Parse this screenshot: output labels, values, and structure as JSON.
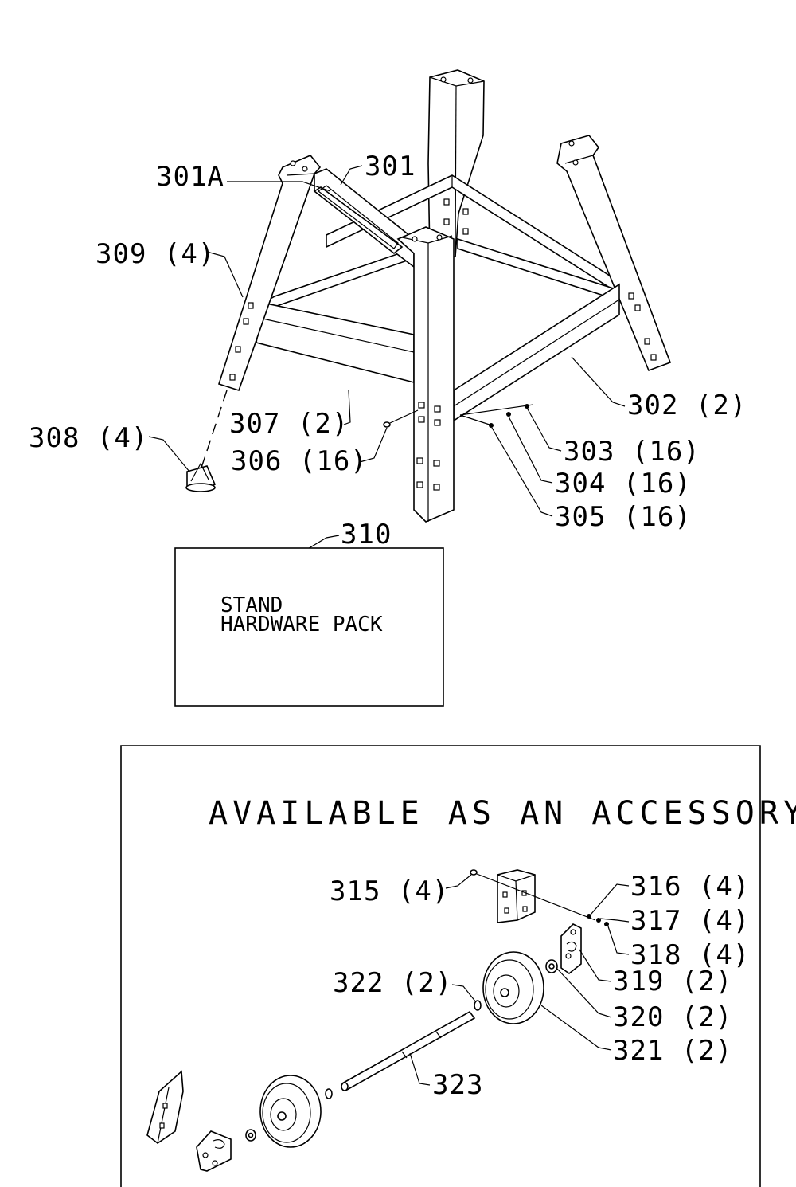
{
  "labels": {
    "l301A": "301A",
    "l301": "301",
    "l309": "309 (4)",
    "l302": "302 (2)",
    "l307": "307 (2)",
    "l306": "306 (16)",
    "l308": "308 (4)",
    "l303": "303 (16)",
    "l304": "304 (16)",
    "l305": "305 (16)",
    "l310": "310",
    "l315": "315 (4)",
    "l316": "316 (4)",
    "l317": "317 (4)",
    "l318": "318 (4)",
    "l319": "319 (2)",
    "l320": "320 (2)",
    "l321": "321 (2)",
    "l322": "322 (2)",
    "l323": "323"
  },
  "hardware_pack": {
    "line1": "STAND",
    "line2": "HARDWARE PACK"
  },
  "accessory": {
    "title": "AVAILABLE AS AN ACCESSORY"
  }
}
